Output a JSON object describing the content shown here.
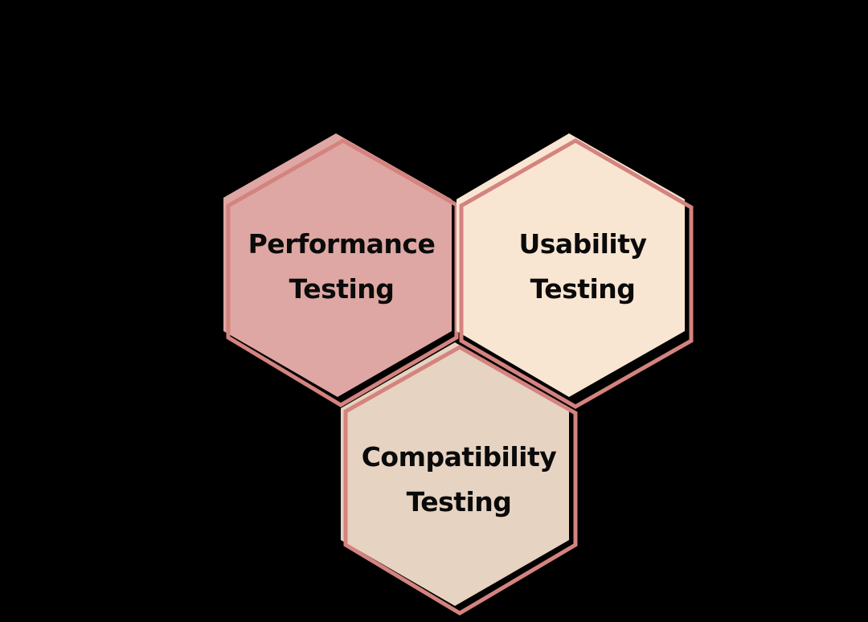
{
  "diagram": {
    "type": "hexagon-cluster",
    "background": "#000000",
    "outline_color": "#d4837f",
    "shadow_color": "#000000",
    "nodes": [
      {
        "id": "performance",
        "line1": "Performance",
        "line2": "Testing",
        "fill": "#dea7a3",
        "position": "top-left"
      },
      {
        "id": "usability",
        "line1": "Usability",
        "line2": "Testing",
        "fill": "#f9e6d2",
        "position": "top-right"
      },
      {
        "id": "compatibility",
        "line1": "Compatibility",
        "line2": "Testing",
        "fill": "#e6d3c1",
        "position": "bottom-center"
      }
    ]
  }
}
